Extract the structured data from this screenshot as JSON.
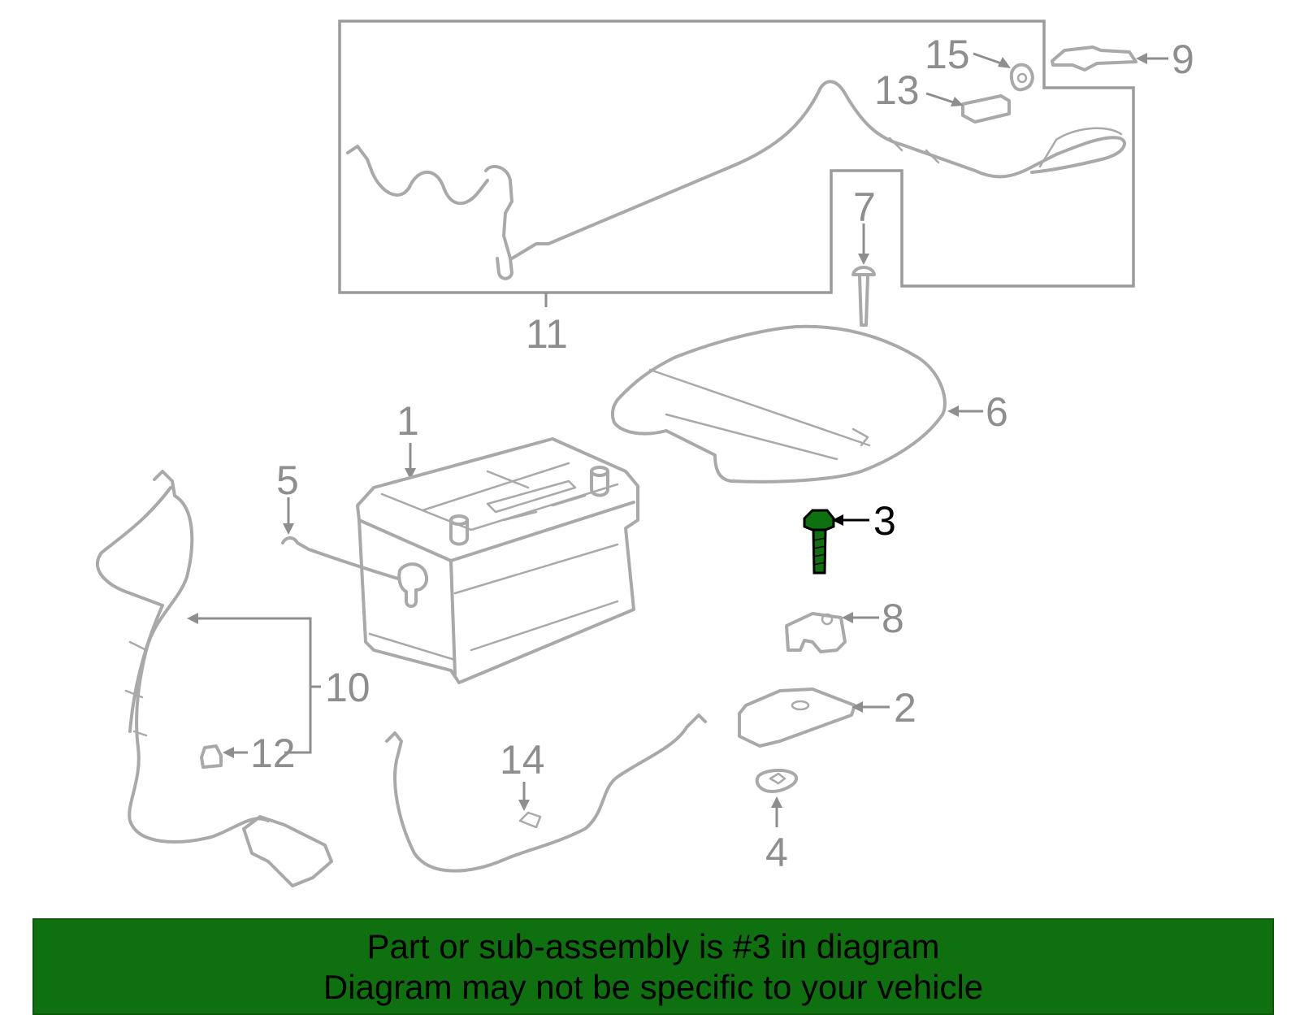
{
  "diagram": {
    "highlight_color": "#0f700f",
    "line_color": "#a9a9a9",
    "callouts": [
      {
        "id": "1",
        "label": "1"
      },
      {
        "id": "2",
        "label": "2"
      },
      {
        "id": "3",
        "label": "3",
        "highlighted": true
      },
      {
        "id": "4",
        "label": "4"
      },
      {
        "id": "5",
        "label": "5"
      },
      {
        "id": "6",
        "label": "6"
      },
      {
        "id": "7",
        "label": "7"
      },
      {
        "id": "8",
        "label": "8"
      },
      {
        "id": "9",
        "label": "9"
      },
      {
        "id": "10",
        "label": "10"
      },
      {
        "id": "11",
        "label": "11"
      },
      {
        "id": "12",
        "label": "12"
      },
      {
        "id": "13",
        "label": "13"
      },
      {
        "id": "14",
        "label": "14"
      },
      {
        "id": "15",
        "label": "15"
      }
    ]
  },
  "banner": {
    "line1": "Part or sub-assembly is #3 in diagram",
    "line2": "Diagram may not be specific to your vehicle",
    "background": "#0f700f"
  }
}
